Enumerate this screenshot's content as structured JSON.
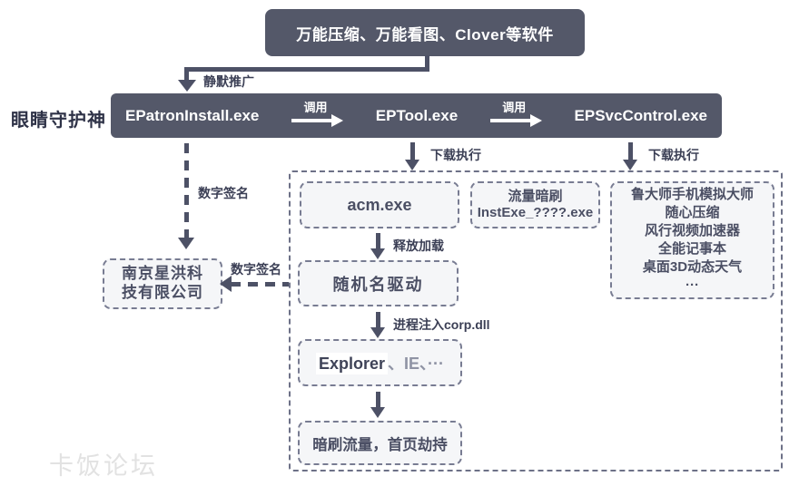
{
  "diagram": {
    "top_box": "万能压缩、万能看图、Clover等软件",
    "side_label": "眼睛守护神",
    "main_bar": {
      "node1": "EPatronInstall.exe",
      "call1": "调用",
      "node2": "EPTool.exe",
      "call2": "调用",
      "node3": "EPSvcControl.exe"
    },
    "edge_labels": {
      "silent_promo": "静默推广",
      "download_exec_left": "下载执行",
      "download_exec_right": "下载执行",
      "digital_sig_vertical": "数字签名",
      "digital_sig_horizontal": "数字签名",
      "release_load": "释放加载",
      "process_inject": "进程注入corp.dll"
    },
    "boxes": {
      "acm": "acm.exe",
      "traffic_lines": [
        "流量暗刷",
        "InstExe_????.exe"
      ],
      "software_list": [
        "鲁大师手机模拟大师",
        "随心压缩",
        "风行视频加速器",
        "全能记事本",
        "桌面3D动态天气",
        "···"
      ],
      "random_driver": "随机名驱动",
      "explorer_main": "Explorer",
      "explorer_rest": "、IE、···",
      "hijack": "暗刷流量，首页劫持",
      "company_lines": [
        "南京星洪科",
        "技有限公司"
      ]
    },
    "watermark": "卡饭论坛"
  },
  "colors": {
    "dark_node": "#545869",
    "arrow_ink": "#4d5166",
    "box_background": "#f5f6f8",
    "box_border": "#787c92",
    "container_border": "#6d7187",
    "box_text": "#4b4f64",
    "watermark_text": "#e2e2e2"
  }
}
